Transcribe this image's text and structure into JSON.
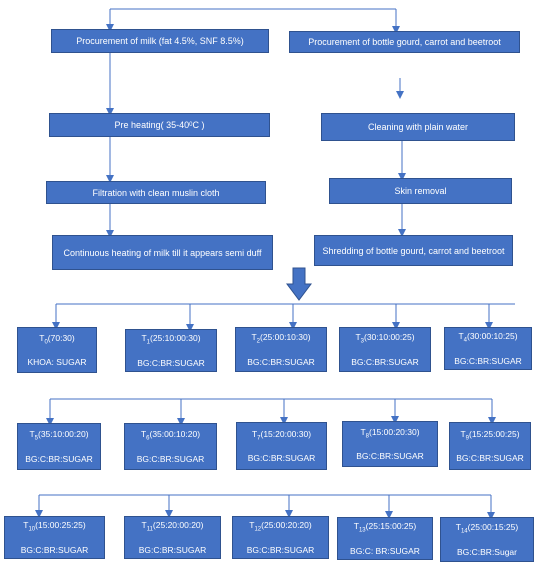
{
  "steps": {
    "milk_procure": "Procurement of milk (fat 4.5%, SNF 8.5%)",
    "veg_procure": "Procurement of bottle gourd, carrot and beetroot",
    "preheat": "Pre heating( 35-40",
    "preheat_sup": "0",
    "preheat_tail": "C )",
    "cleaning": "Cleaning with plain water",
    "filtration": "Filtration with clean muslin cloth",
    "skin": "Skin removal",
    "heating": "Continuous heating of milk till it appears semi duff",
    "shredding": "Shredding of bottle gourd, carrot and beetroot"
  },
  "treatments": [
    {
      "t": "T",
      "n": "0",
      "ratio": "(70:30)",
      "label": "KHOA: SUGAR"
    },
    {
      "t": "T",
      "n": "1",
      "ratio": "(25:10:00:30)",
      "label": "BG:C:BR:SUGAR"
    },
    {
      "t": "T",
      "n": "2",
      "ratio": "(25:00:10:30)",
      "label": "BG:C:BR:SUGAR"
    },
    {
      "t": "T",
      "n": "3",
      "ratio": "(30:10:00:25)",
      "label": "BG:C:BR:SUGAR"
    },
    {
      "t": "T",
      "n": "4",
      "ratio": "(30:00:10:25)",
      "label": "BG:C:BR:SUGAR"
    },
    {
      "t": "T",
      "n": "5",
      "ratio": "(35:10:00:20)",
      "label": "BG:C:BR:SUGAR"
    },
    {
      "t": "T",
      "n": "6",
      "ratio": "(35:00:10:20)",
      "label": "BG:C:BR:SUGAR"
    },
    {
      "t": "T",
      "n": "7",
      "ratio": "(15:20:00:30)",
      "label": "BG:C:BR:SUGAR"
    },
    {
      "t": "T",
      "n": "8",
      "ratio": "(15:00:20:30)",
      "label": "BG:C:BR:SUGAR"
    },
    {
      "t": "T",
      "n": "9",
      "ratio": "(15:25:00:25)",
      "label": "BG:C:BR:SUGAR"
    },
    {
      "t": "T",
      "n": "10",
      "ratio": "(15:00:25:25)",
      "label": "BG:C:BR:SUGAR"
    },
    {
      "t": "T",
      "n": "11",
      "ratio": "(25:20:00:20)",
      "label": "BG:C:BR:SUGAR"
    },
    {
      "t": "T",
      "n": "12",
      "ratio": "(25:00:20:20)",
      "label": "BG:C:BR:SUGAR"
    },
    {
      "t": "T",
      "n": "13",
      "ratio": "(25:15:00:25)",
      "label": "BG:C: BR:SUGAR"
    },
    {
      "t": "T",
      "n": "14",
      "ratio": "(25:00:15:25)",
      "label": "BG:C:BR:Sugar"
    }
  ],
  "colors": {
    "box_fill": "#4472c4",
    "box_border": "#2f528f",
    "connector": "#4472c4",
    "text": "#ffffff"
  }
}
